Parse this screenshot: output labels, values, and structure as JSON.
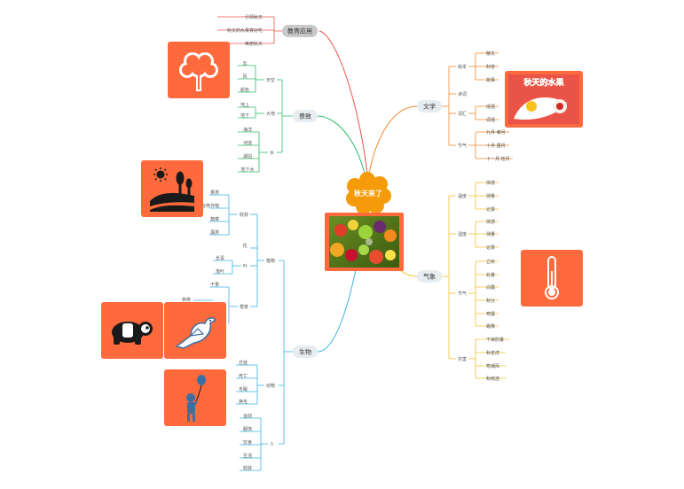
{
  "colors": {
    "edu": "#E8544A",
    "scene": "#2EBE6C",
    "bio": "#3BB2E6",
    "lit": "#F08A2A",
    "weather": "#F2C230",
    "center": "#F59B0A",
    "card": "#FF6A3D"
  },
  "center": {
    "title": "秋天来了"
  },
  "edu": {
    "label": "教育应用",
    "items": [
      "引领秋天",
      "秋天的水果真好吃",
      "美丽秋天"
    ]
  },
  "scene": {
    "label": "景致",
    "groups": [
      {
        "label": "天空",
        "items": [
          "云",
          "风",
          "颜色"
        ]
      },
      {
        "label": "大地",
        "items": [
          "地上",
          "地下"
        ]
      },
      {
        "label": "水",
        "items": [
          "海洋",
          "河流",
          "湖泊",
          "地下水"
        ]
      }
    ]
  },
  "bio": {
    "label": "生物",
    "plant": {
      "label": "植物",
      "harvest": {
        "label": "收获",
        "items": [
          "果类",
          "谷类作物",
          "蔬菜",
          "藻类"
        ]
      },
      "flower": "花",
      "leaf": {
        "label": "叶",
        "items": [
          "长青",
          "落叶"
        ]
      },
      "stem": {
        "label": "根茎",
        "items": [
          "干果",
          "种类"
        ]
      }
    },
    "animal": {
      "label": "动物",
      "items": [
        "迁徙",
        "死亡",
        "冬眠",
        "换毛"
      ]
    },
    "human": {
      "label": "人",
      "items": [
        "运动",
        "服饰",
        "饮食",
        "生活",
        "收获"
      ]
    }
  },
  "lit": {
    "label": "文学",
    "groups": [
      {
        "label": "绘本",
        "items": [
          "散文",
          "科普",
          "故事"
        ]
      },
      {
        "label": "诗词",
        "items": []
      },
      {
        "label": "词汇",
        "items": [
          "成语",
          "词语"
        ]
      },
      {
        "label": "节气",
        "items": [
          "九月·菊月",
          "十月·露月",
          "十一月·桂月"
        ]
      }
    ]
  },
  "weather": {
    "label": "气象",
    "groups": [
      {
        "label": "温度",
        "items": [
          "体感",
          "测量",
          "记录"
        ]
      },
      {
        "label": "湿度",
        "items": [
          "体感",
          "测量",
          "记录"
        ]
      },
      {
        "label": "节气",
        "items": [
          "立秋",
          "处暑",
          "白露",
          "秋分",
          "寒露",
          "霜降"
        ]
      },
      {
        "label": "灾害",
        "items": [
          "干燥防暑",
          "秋老虎",
          "寒潮风",
          "秋雨连"
        ]
      }
    ]
  },
  "cards": {
    "book_title": "秋天的水果"
  },
  "icons": [
    "tree-icon",
    "landscape-icon",
    "panda-icon",
    "bird-icon",
    "child-balloon-icon",
    "thermometer-icon",
    "fruit-photo",
    "book-cover"
  ]
}
